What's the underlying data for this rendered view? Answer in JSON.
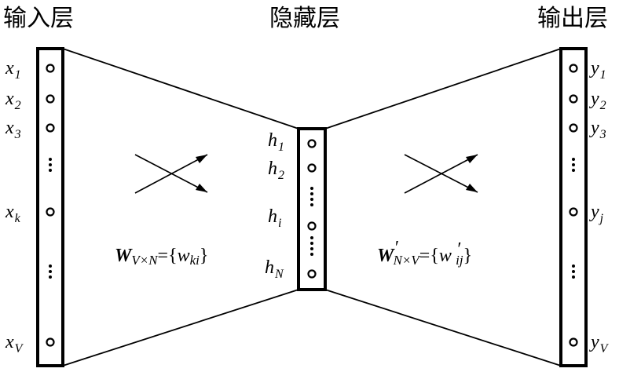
{
  "titles": {
    "input": "输入层",
    "hidden": "隐藏层",
    "output": "输出层"
  },
  "input_labels": [
    {
      "base": "x",
      "sub": "1"
    },
    {
      "base": "x",
      "sub": "2"
    },
    {
      "base": "x",
      "sub": "3"
    },
    {
      "base": "x",
      "sub": "k"
    },
    {
      "base": "x",
      "sub": "V"
    }
  ],
  "hidden_labels": [
    {
      "base": "h",
      "sub": "1"
    },
    {
      "base": "h",
      "sub": "2"
    },
    {
      "base": "h",
      "sub": "i"
    },
    {
      "base": "h",
      "sub": "N"
    }
  ],
  "output_labels": [
    {
      "base": "y",
      "sub": "1"
    },
    {
      "base": "y",
      "sub": "2"
    },
    {
      "base": "y",
      "sub": "3"
    },
    {
      "base": "y",
      "sub": "j"
    },
    {
      "base": "y",
      "sub": "V"
    }
  ],
  "weights": {
    "input_hidden": {
      "symbol": "W",
      "sub": "V×N",
      "eq": "={",
      "elem": "w",
      "elem_sub": "ki",
      "close": "}"
    },
    "hidden_output": {
      "symbol": "W",
      "prime": "′",
      "sub": "N×V",
      "eq": "={",
      "elem": "w",
      "elem_prime": " ′",
      "elem_sub": "ij",
      "close": "}"
    }
  }
}
